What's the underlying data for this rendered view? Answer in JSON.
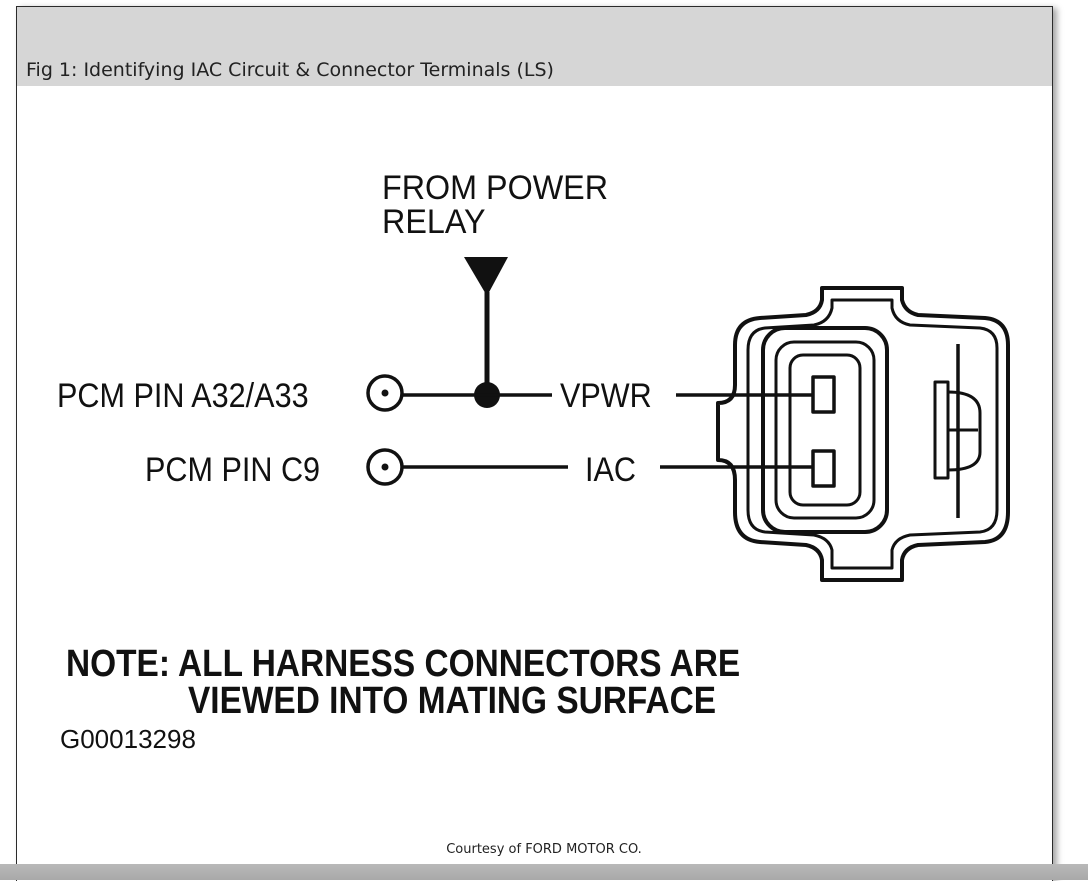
{
  "caption": "Fig 1: Identifying IAC Circuit & Connector Terminals (LS)",
  "diagram": {
    "from_power_line1": "FROM POWER",
    "from_power_line2": "RELAY",
    "pin1_label": "PCM PIN A32/A33",
    "pin2_label": "PCM PIN C9",
    "wire1_label": "VPWR",
    "wire2_label": "IAC",
    "note_line1": "NOTE: ALL HARNESS CONNECTORS ARE",
    "note_line2": "VIEWED INTO MATING SURFACE",
    "figure_code": "G00013298"
  },
  "credit": "Courtesy of FORD MOTOR CO."
}
